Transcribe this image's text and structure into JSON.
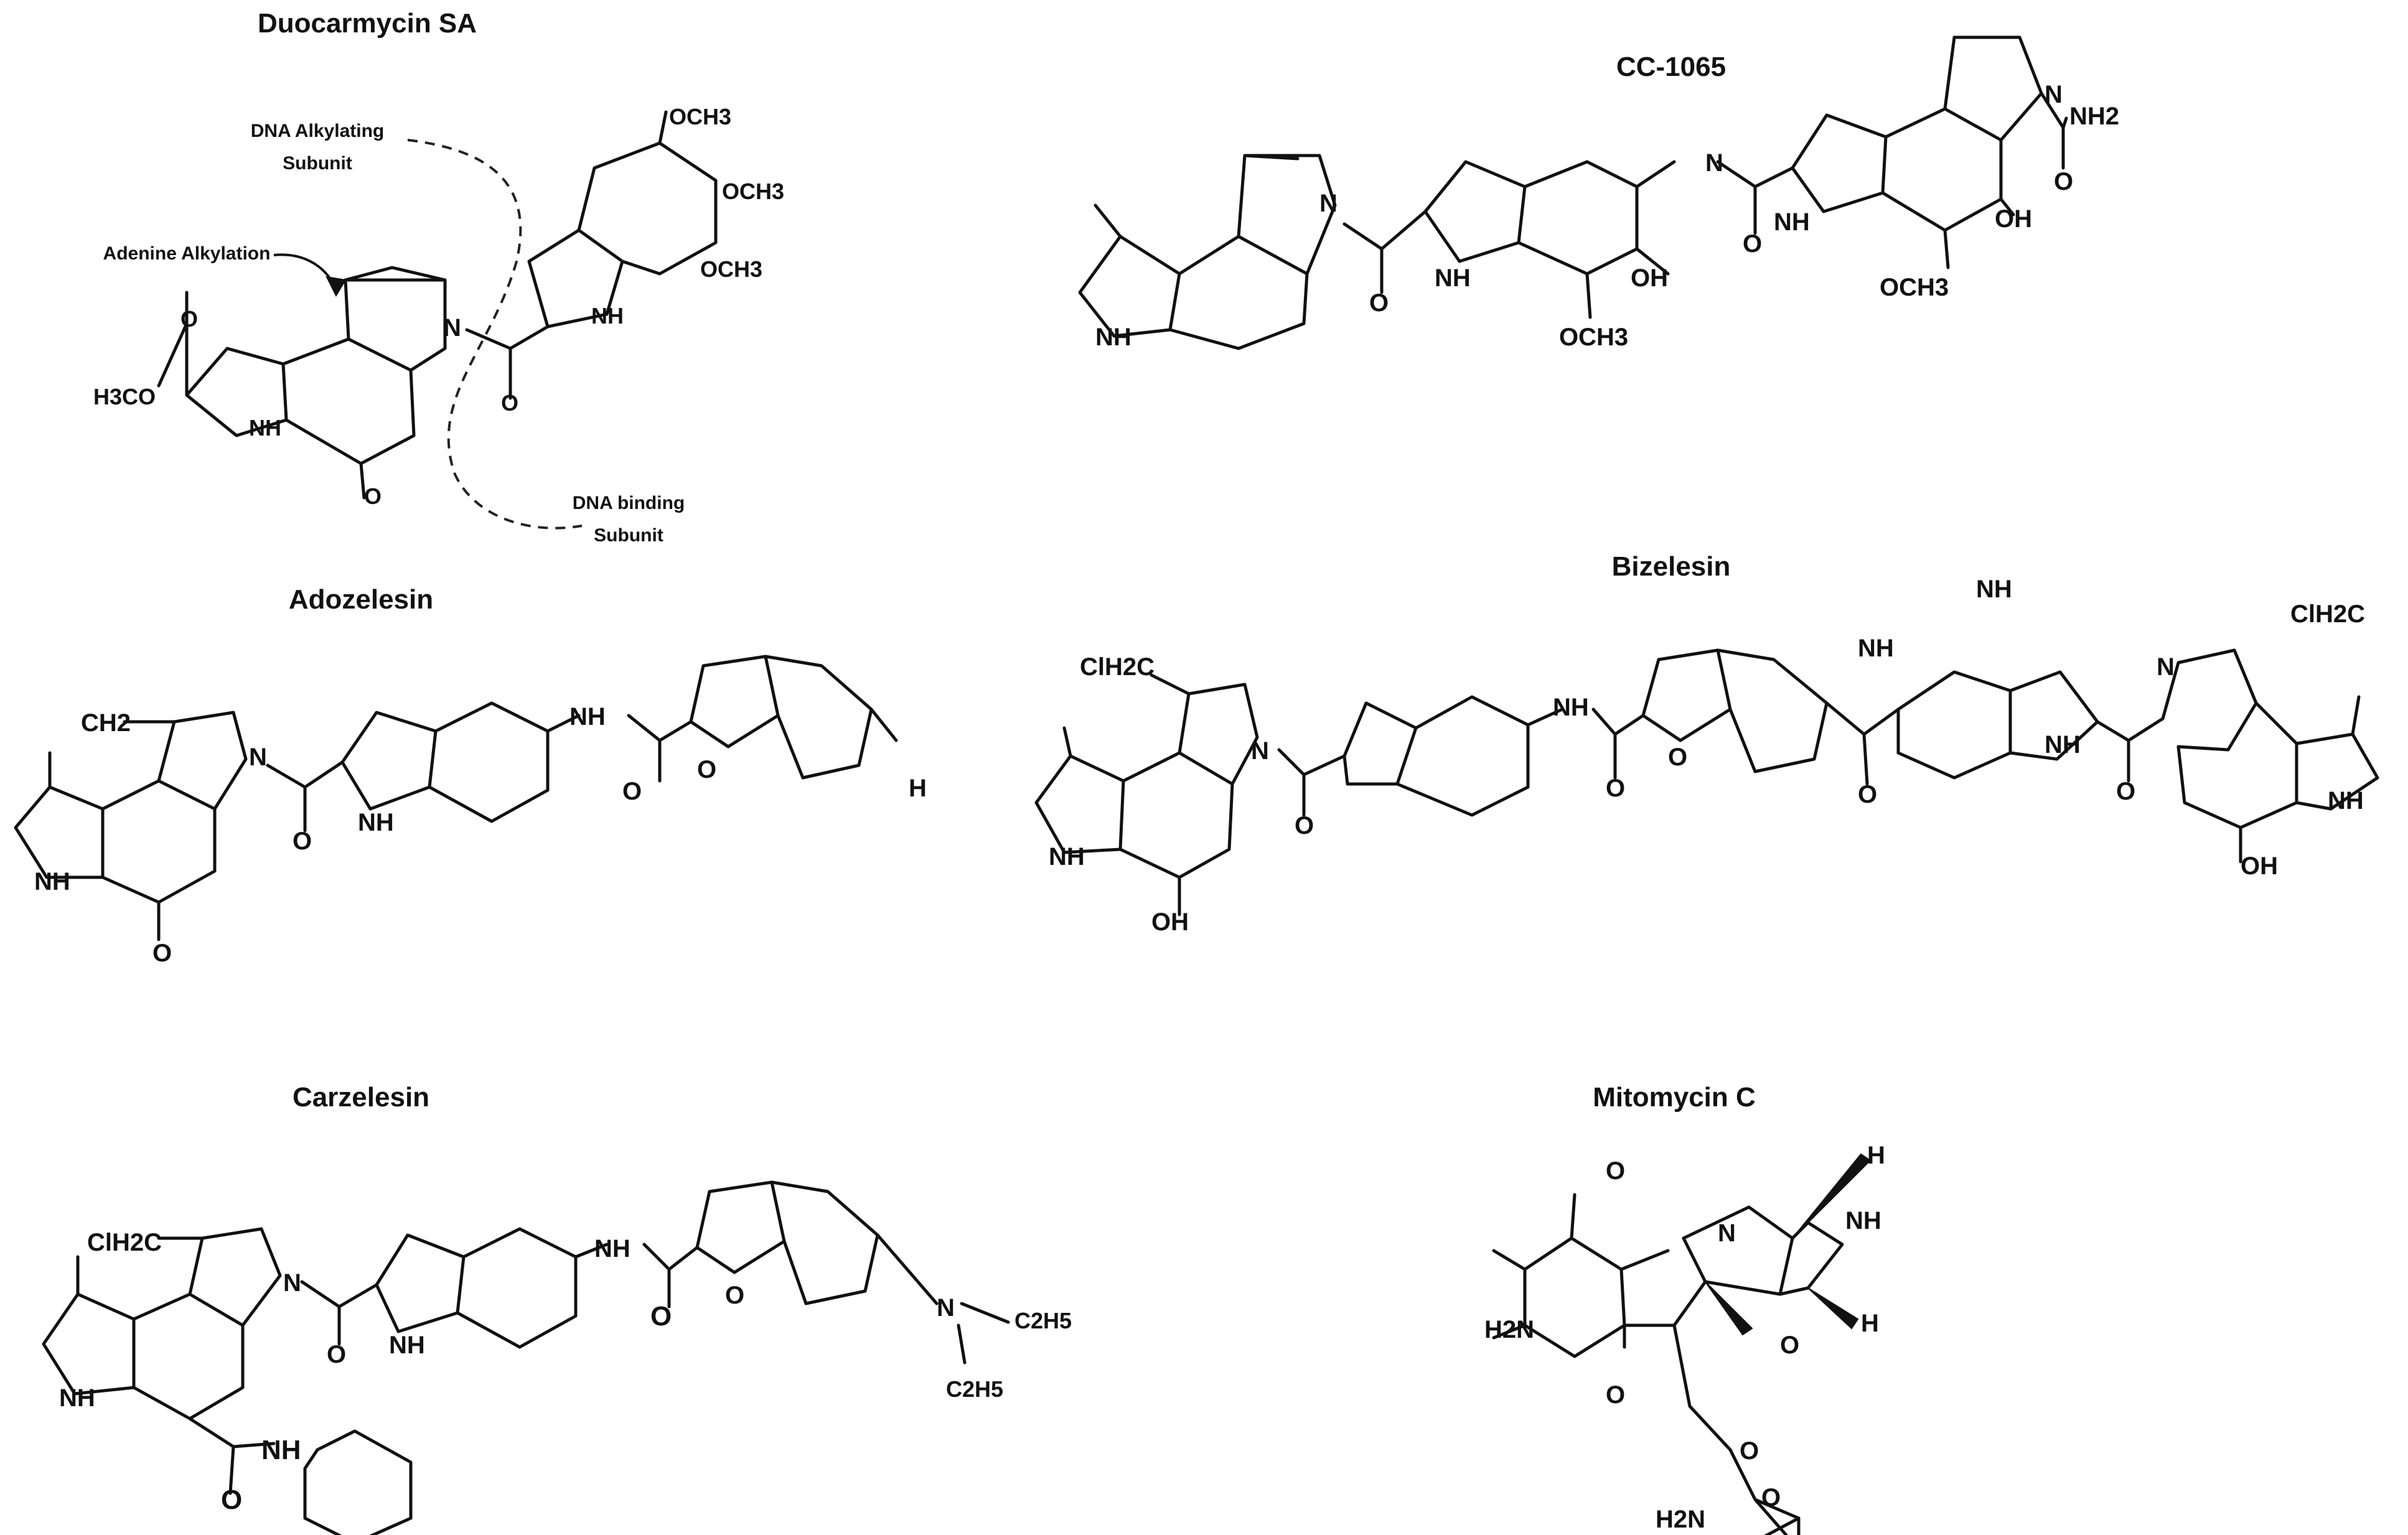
{
  "molecules": {
    "duocarmycin": {
      "title": "Duocarmycin SA",
      "labels": {
        "och3_1": "OCH3",
        "och3_2": "OCH3",
        "och3_3": "OCH3",
        "nh_ring": "NH",
        "n": "N",
        "o_amide": "O",
        "o_ester": "O",
        "h3co": "H3CO",
        "nh_left": "NH",
        "o_ketone": "O"
      },
      "notes": {
        "dna_alkylating": "DNA Alkylating",
        "dna_alkylating_sub": "Subunit",
        "adenine_alkylation": "Adenine Alkylation",
        "dna_binding": "DNA binding",
        "dna_binding_sub": "Subunit"
      }
    },
    "cc1065": {
      "title": "CC-1065",
      "labels": {
        "n_top": "N",
        "nh2": "NH2",
        "o_carbamoyl": "O",
        "n_link": "N",
        "o_link": "O",
        "nh_right": "NH",
        "oh_right": "OH",
        "och3_right": "OCH3",
        "n_left": "N",
        "o_left": "O",
        "nh_mid": "NH",
        "oh_mid": "OH",
        "och3_mid": "OCH3",
        "nh_first": "NH"
      }
    },
    "adozelesin": {
      "title": "Adozelesin",
      "labels": {
        "ch2": "CH2",
        "n": "N",
        "o_amide": "O",
        "nh_ind": "NH",
        "nh_link": "NH",
        "o_link": "O",
        "o_furan": "O",
        "h": "H",
        "nh_left": "NH",
        "o_ketone": "O"
      }
    },
    "bizelesin": {
      "title": "Bizelesin",
      "labels": {
        "nh_top": "NH",
        "clh2c_left": "ClH2C",
        "clh2c_right": "ClH2C",
        "n_left": "N",
        "o_left": "O",
        "nh_link": "NH",
        "o_link": "O",
        "o_furan": "O",
        "o_center": "O",
        "nh_center": "NH",
        "nh_ind": "NH",
        "o_right": "O",
        "n_right": "N",
        "nh_left": "NH",
        "oh_left": "OH",
        "nh_far_right": "NH",
        "oh_right": "OH"
      }
    },
    "carzelesin": {
      "title": "Carzelesin",
      "labels": {
        "clh2c": "ClH2C",
        "n": "N",
        "o_amide": "O",
        "nh_ind": "NH",
        "nh_link": "NH",
        "o_link": "O",
        "o_furan": "O",
        "n_amine": "N",
        "c2h5_1": "C2H5",
        "c2h5_2": "C2H5",
        "nh_left": "NH",
        "nh_carb": "NH",
        "o_carb": "O"
      }
    },
    "mitomycin": {
      "title": "Mitomycin C",
      "labels": {
        "o_top": "O",
        "n": "N",
        "h_top": "H",
        "nh": "NH",
        "h2n": "H2N",
        "o_mid": "O",
        "h_bot": "H",
        "o_bot": "O",
        "o_ester": "O",
        "o_carbonyl": "O",
        "h2n_carb": "H2N"
      }
    }
  }
}
